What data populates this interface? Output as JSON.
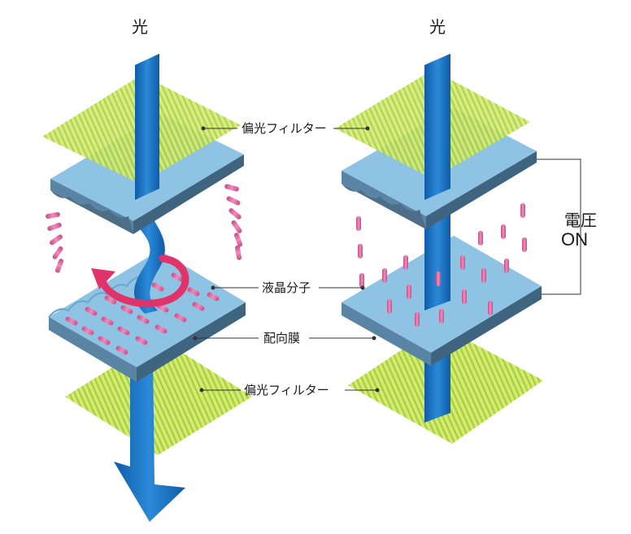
{
  "labels": {
    "light_left": "光",
    "light_right": "光",
    "polarizer_top": "偏光フィルター",
    "polarizer_bottom": "偏光フィルター",
    "liquid_crystal": "液晶分子",
    "alignment_film": "配向膜",
    "voltage_line1": "電圧",
    "voltage_line2": "ON"
  },
  "colors": {
    "filter": "#d2ea78",
    "filter_stripe": "#a9cf33",
    "plate_top": "#8ec3e4",
    "plate_side": "#4d6e86",
    "beam": "#1e78c8",
    "beam_dark": "#0f4e8e",
    "molecule": "#e3679f",
    "arrow": "#e0336a"
  }
}
